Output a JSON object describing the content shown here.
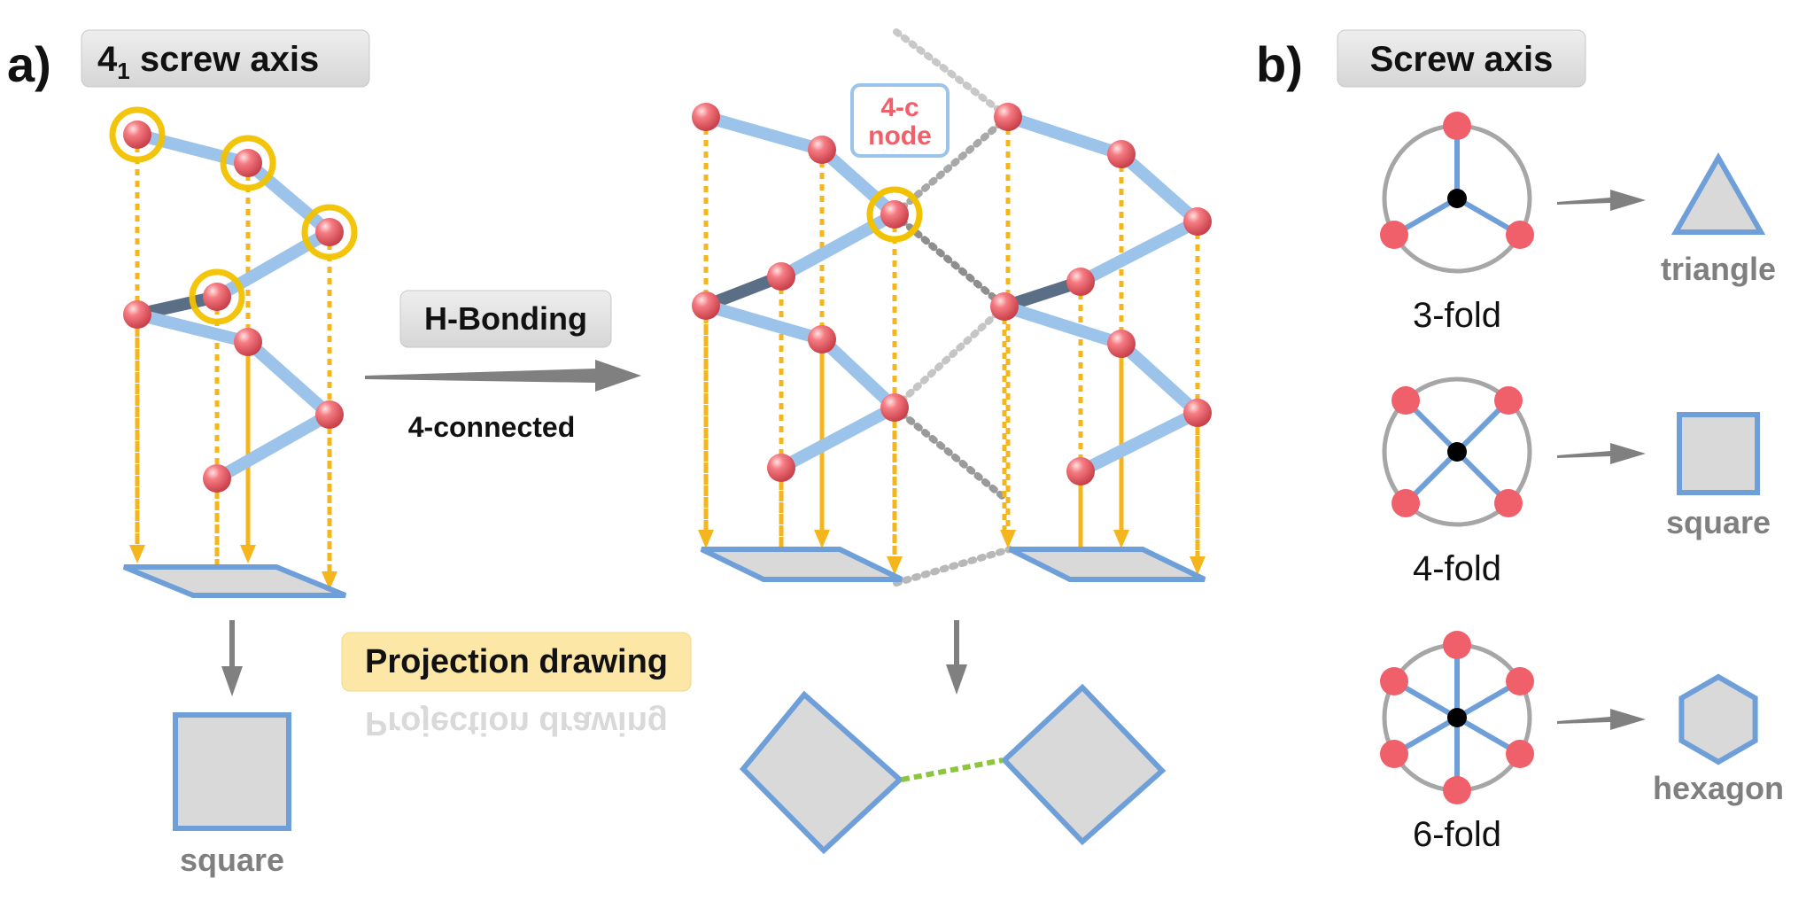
{
  "panel_a": {
    "letter": "a)",
    "title_main": "4",
    "title_sub": "1",
    "title_rest": " screw axis",
    "hbond_label": "H-Bonding",
    "connected_label": "4-connected",
    "node_label_line1": "4-c",
    "node_label_line2": "node",
    "projection_label": "Projection drawing",
    "left_shape_label": "square"
  },
  "panel_b": {
    "letter": "b)",
    "title": "Screw axis",
    "rows": [
      {
        "fold": 3,
        "fold_label": "3-fold",
        "shape": "triangle",
        "shape_label": "triangle"
      },
      {
        "fold": 4,
        "fold_label": "4-fold",
        "shape": "square",
        "shape_label": "square"
      },
      {
        "fold": 6,
        "fold_label": "6-fold",
        "shape": "hexagon",
        "shape_label": "hexagon"
      }
    ]
  },
  "colors": {
    "atom": "#f0606a",
    "rod": "#9cc3ea",
    "rod_dark": "#5a6f86",
    "projection": "#f5b51c",
    "highlight": "#f2c200",
    "polygon_stroke": "#6f9fd8",
    "polygon_fill": "#d9d9d9",
    "green_link": "#8cc63f",
    "arrow": "#808080",
    "label_box": "#dedede",
    "projection_box": "#fde7a6",
    "node_text": "#f0606a"
  }
}
